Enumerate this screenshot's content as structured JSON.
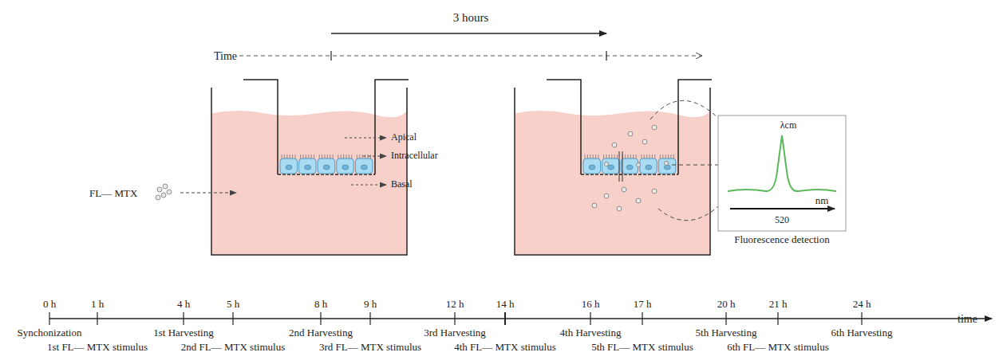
{
  "diagram": {
    "nodes": [
      {
        "text": [
          "λcm",
          "520",
          "nm",
          "Fluorescence detection"
        ]
      }
    ],
    "labels": [
      "3 hours",
      "Time",
      "Apical",
      "Intracellular",
      "Basal",
      "FL— MTX",
      "0 h",
      "1 h",
      "4 h",
      "5 h",
      "8 h",
      "9 h",
      "12 h",
      "14 h",
      "16 h",
      "17 h",
      "20 h",
      "21 h",
      "24 h",
      "Synchonization",
      "1st Harvesting",
      "2nd Harvesting",
      "3rd Harvesting",
      "4th Harvesting",
      "5th Harvesting",
      "6th Harvesting",
      "1st FL— MTX stimulus",
      "2nd FL— MTX stimulus",
      "3rd FL— MTX stimulus",
      "4th FL— MTX stimulus",
      "5th FL— MTX stimulus",
      "6th FL— MTX stimulus",
      "time"
    ]
  }
}
